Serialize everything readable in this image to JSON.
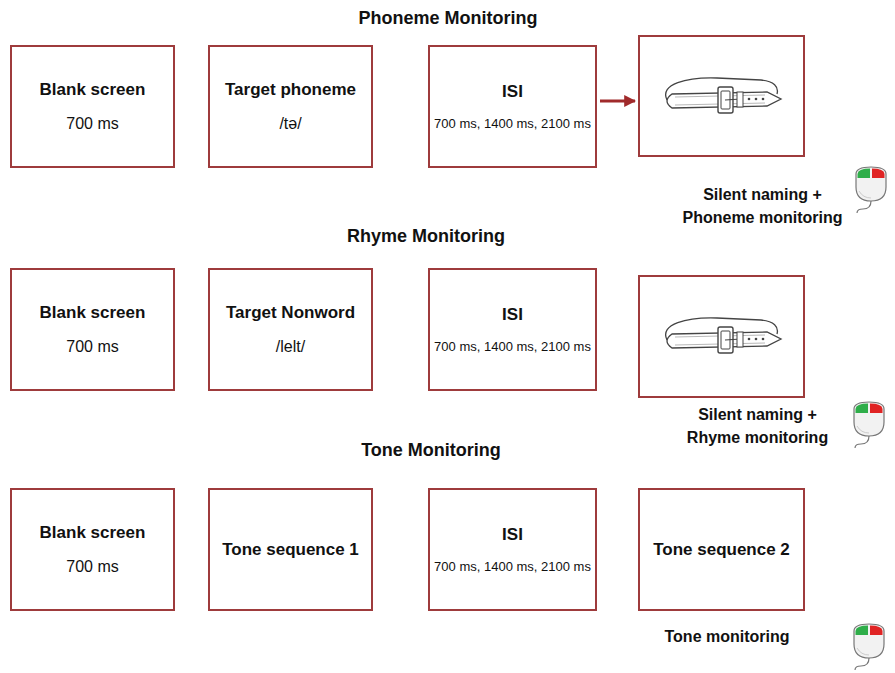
{
  "diagram": {
    "nodes": [
      {
        "text": [
          "Blank screen",
          "700 ms"
        ]
      },
      {
        "text": [
          "Target phoneme",
          "/tə/"
        ]
      },
      {
        "text": [
          "ISI",
          "700 ms, 1400 ms, 2100 ms"
        ]
      },
      {
        "text": [
          "Silent naming + Phoneme monitoring"
        ]
      },
      {
        "text": [
          "Blank screen",
          "700 ms"
        ]
      },
      {
        "text": [
          "Target Nonword",
          "/lelt/"
        ]
      },
      {
        "text": [
          "ISI",
          "700 ms, 1400 ms, 2100 ms"
        ]
      },
      {
        "text": [
          "Silent naming + Rhyme monitoring"
        ]
      },
      {
        "text": [
          "Blank screen",
          "700 ms"
        ]
      },
      {
        "text": [
          "Tone sequence 1"
        ]
      },
      {
        "text": [
          "ISI",
          "700 ms, 1400 ms, 2100 ms"
        ]
      },
      {
        "text": [
          "Tone sequence 2"
        ]
      }
    ],
    "edges": [
      {
        "from": 2,
        "to": 3,
        "arrow": "to"
      }
    ],
    "labels": [
      "Phoneme Monitoring",
      "Rhyme Monitoring",
      "Tone Monitoring",
      "Tone monitoring"
    ]
  }
}
